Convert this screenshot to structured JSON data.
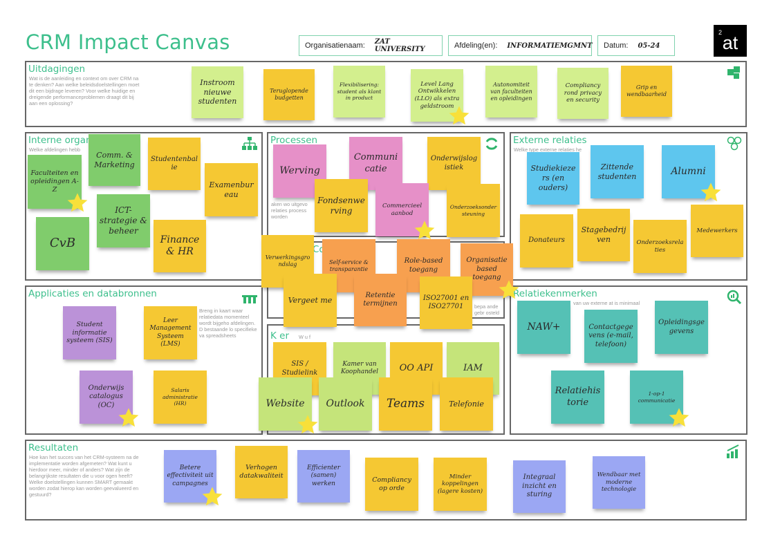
{
  "header": {
    "title": "CRM Impact Canvas",
    "org_label": "Organisatienaam:",
    "org_value": "Zat University",
    "dept_label": "Afdeling(en):",
    "dept_value": "Informatiemgmnt",
    "date_label": "Datum:",
    "date_value": "05-24",
    "logo_sup": "2",
    "logo_text": "at"
  },
  "colors": {
    "accent": "#3dbf8c",
    "yellow": "#f5c833",
    "lightgreen": "#d3ef8e",
    "green": "#80cc6c",
    "pink": "#e690c8",
    "orange": "#f7a04f",
    "lime": "#c5e47a",
    "blue": "#5ec6ee",
    "purple": "#bb92d8",
    "teal": "#55c1b5",
    "periwinkle": "#9ba7f3",
    "star": "#f8e03a"
  },
  "sections": {
    "uitdagingen": {
      "title": "Uitdagingen",
      "desc": "Wat is de aanleiding en context om over CRM na te denken? Aan welke beleidsdoelstellingen moet dit een bijdrage leveren? Voor welke huidige en dreigende performanceproblemen draagt dit bij aan een oplossing?"
    },
    "interne": {
      "title": "Interne organ",
      "desc": "Welke afdelingen hebb"
    },
    "processen": {
      "title": "Processen",
      "desc": "aken wo uitgevo relaties process worden"
    },
    "compliance": {
      "title": "Co",
      "desc": "bepa ande gebr osteld"
    },
    "koppelingen": {
      "title": "K er",
      "desc": "W u f"
    },
    "externe": {
      "title": "Externe relaties",
      "desc": "Welke type externe relaties he"
    },
    "applicaties": {
      "title": "Applicaties en databronnen",
      "desc": "Breng in kaart waar relatiedata momenteel wordt bijgeho afdelingen. D bestaande lo specifieke va spreadsheets"
    },
    "relatiekenmerken": {
      "title": "Relatiekenmerken",
      "desc": "van uw externe at is minimaal"
    },
    "resultaten": {
      "title": "Resultaten",
      "desc": "Hoe kan het succes van het CRM-systeem na de implementatie worden afgemeten? Wat kunt u hierdoor meer, minder of anders? Wat zijn de belangrijkste resultaten die u voor ogen heeft? Welke doelstellingen kunnen SMART gemaakt worden zodat hierop kan worden geevalueerd en gestuurd?"
    }
  },
  "notes": [
    {
      "section": "uitdagingen",
      "text": "Instroom nieuwe studenten",
      "color": "lightgreen",
      "star": false
    },
    {
      "section": "uitdagingen",
      "text": "Teruglopende budgetten",
      "color": "yellow",
      "star": false
    },
    {
      "section": "uitdagingen",
      "text": "Flexibilisering: student als klant in product",
      "color": "lightgreen",
      "star": false
    },
    {
      "section": "uitdagingen",
      "text": "Level Lang Ontwikkelen (LLO) als extra geldstroom",
      "color": "lightgreen",
      "star": true
    },
    {
      "section": "uitdagingen",
      "text": "Autonomiteit van faculteiten en opleidingen",
      "color": "lightgreen",
      "star": false
    },
    {
      "section": "uitdagingen",
      "text": "Compliancy rond privacy en security",
      "color": "lightgreen",
      "star": false
    },
    {
      "section": "uitdagingen",
      "text": "Grip en wendbaarheid",
      "color": "yellow",
      "star": false
    },
    {
      "section": "interne",
      "text": "Comm. & Marketing",
      "color": "green",
      "star": false
    },
    {
      "section": "interne",
      "text": "Faculteiten en opleidingen A-Z",
      "color": "green",
      "star": true
    },
    {
      "section": "interne",
      "text": "Studentenbalie",
      "color": "yellow",
      "star": false
    },
    {
      "section": "interne",
      "text": "Examenbureau",
      "color": "yellow",
      "star": false
    },
    {
      "section": "interne",
      "text": "ICT-strategie & beheer",
      "color": "green",
      "star": false
    },
    {
      "section": "interne",
      "text": "CvB",
      "color": "green",
      "star": false
    },
    {
      "section": "interne",
      "text": "Finance & HR",
      "color": "yellow",
      "star": false
    },
    {
      "section": "processen",
      "text": "Werving",
      "color": "pink",
      "star": false
    },
    {
      "section": "processen",
      "text": "Communicatie",
      "color": "pink",
      "star": false
    },
    {
      "section": "processen",
      "text": "Onderwijslogistiek",
      "color": "yellow",
      "star": false
    },
    {
      "section": "processen",
      "text": "Fondsenwerving",
      "color": "yellow",
      "star": false
    },
    {
      "section": "processen",
      "text": "Commercieel aanbod",
      "color": "pink",
      "star": true
    },
    {
      "section": "processen",
      "text": "Onderzoeksondersteuning",
      "color": "yellow",
      "star": false
    },
    {
      "section": "compliance",
      "text": "Verwerkingsgrondslag",
      "color": "yellow",
      "star": false
    },
    {
      "section": "compliance",
      "text": "Self-service & transparantie",
      "color": "orange",
      "star": false
    },
    {
      "section": "compliance",
      "text": "Role-based toegang",
      "color": "orange",
      "star": false
    },
    {
      "section": "compliance",
      "text": "Organisatie based toegang",
      "color": "orange",
      "star": true
    },
    {
      "section": "compliance",
      "text": "Vergeet me",
      "color": "yellow",
      "star": false
    },
    {
      "section": "compliance",
      "text": "Retentie termijnen",
      "color": "orange",
      "star": false
    },
    {
      "section": "compliance",
      "text": "ISO27001 en ISO27701",
      "color": "yellow",
      "star": false
    },
    {
      "section": "koppelingen",
      "text": "SIS / Studielink",
      "color": "yellow",
      "star": false
    },
    {
      "section": "koppelingen",
      "text": "Kamer van Koophandel",
      "color": "lime",
      "star": false
    },
    {
      "section": "koppelingen",
      "text": "OO API",
      "color": "yellow",
      "star": false
    },
    {
      "section": "koppelingen",
      "text": "IAM",
      "color": "lime",
      "star": false
    },
    {
      "section": "koppelingen",
      "text": "Website",
      "color": "lime",
      "star": true
    },
    {
      "section": "koppelingen",
      "text": "Outlook",
      "color": "lime",
      "star": false
    },
    {
      "section": "koppelingen",
      "text": "Teams",
      "color": "yellow",
      "star": false
    },
    {
      "section": "koppelingen",
      "text": "Telefonie",
      "color": "yellow",
      "star": false
    },
    {
      "section": "externe",
      "text": "Studiekiezers (en ouders)",
      "color": "blue",
      "star": false
    },
    {
      "section": "externe",
      "text": "Zittende studenten",
      "color": "blue",
      "star": false
    },
    {
      "section": "externe",
      "text": "Alumni",
      "color": "blue",
      "star": true
    },
    {
      "section": "externe",
      "text": "Donateurs",
      "color": "yellow",
      "star": false
    },
    {
      "section": "externe",
      "text": "Stagebedrijven",
      "color": "yellow",
      "star": false
    },
    {
      "section": "externe",
      "text": "Onderzoeksrelaties",
      "color": "yellow",
      "star": false
    },
    {
      "section": "externe",
      "text": "Medewerkers",
      "color": "yellow",
      "star": false
    },
    {
      "section": "applicaties",
      "text": "Student informatie systeem (SIS)",
      "color": "purple",
      "star": false
    },
    {
      "section": "applicaties",
      "text": "Leer Management Systeem (LMS)",
      "color": "yellow",
      "star": false
    },
    {
      "section": "applicaties",
      "text": "Onderwijs catalogus (OC)",
      "color": "purple",
      "star": true
    },
    {
      "section": "applicaties",
      "text": "Salaris administratie (HR)",
      "color": "yellow",
      "star": false
    },
    {
      "section": "relatiekenmerken",
      "text": "NAW+",
      "color": "teal",
      "star": false
    },
    {
      "section": "relatiekenmerken",
      "text": "Contactgegevens (e-mail, telefoon)",
      "color": "teal",
      "star": false
    },
    {
      "section": "relatiekenmerken",
      "text": "Opleidingsgegevens",
      "color": "teal",
      "star": false
    },
    {
      "section": "relatiekenmerken",
      "text": "Relatiehistorie",
      "color": "teal",
      "star": false
    },
    {
      "section": "relatiekenmerken",
      "text": "1-op-1 communicatie",
      "color": "teal",
      "star": true
    },
    {
      "section": "resultaten",
      "text": "Betere effectiviteit uit campagnes",
      "color": "periwinkle",
      "star": true
    },
    {
      "section": "resultaten",
      "text": "Verhogen datakwaliteit",
      "color": "yellow",
      "star": false
    },
    {
      "section": "resultaten",
      "text": "Efficienter (samen) werken",
      "color": "periwinkle",
      "star": false
    },
    {
      "section": "resultaten",
      "text": "Compliancy op orde",
      "color": "yellow",
      "star": false
    },
    {
      "section": "resultaten",
      "text": "Minder koppelingen (lagere kosten)",
      "color": "yellow",
      "star": false
    },
    {
      "section": "resultaten",
      "text": "Integraal inzicht en sturing",
      "color": "periwinkle",
      "star": false
    },
    {
      "section": "resultaten",
      "text": "Wendbaar met moderne technologie",
      "color": "periwinkle",
      "star": false
    }
  ]
}
